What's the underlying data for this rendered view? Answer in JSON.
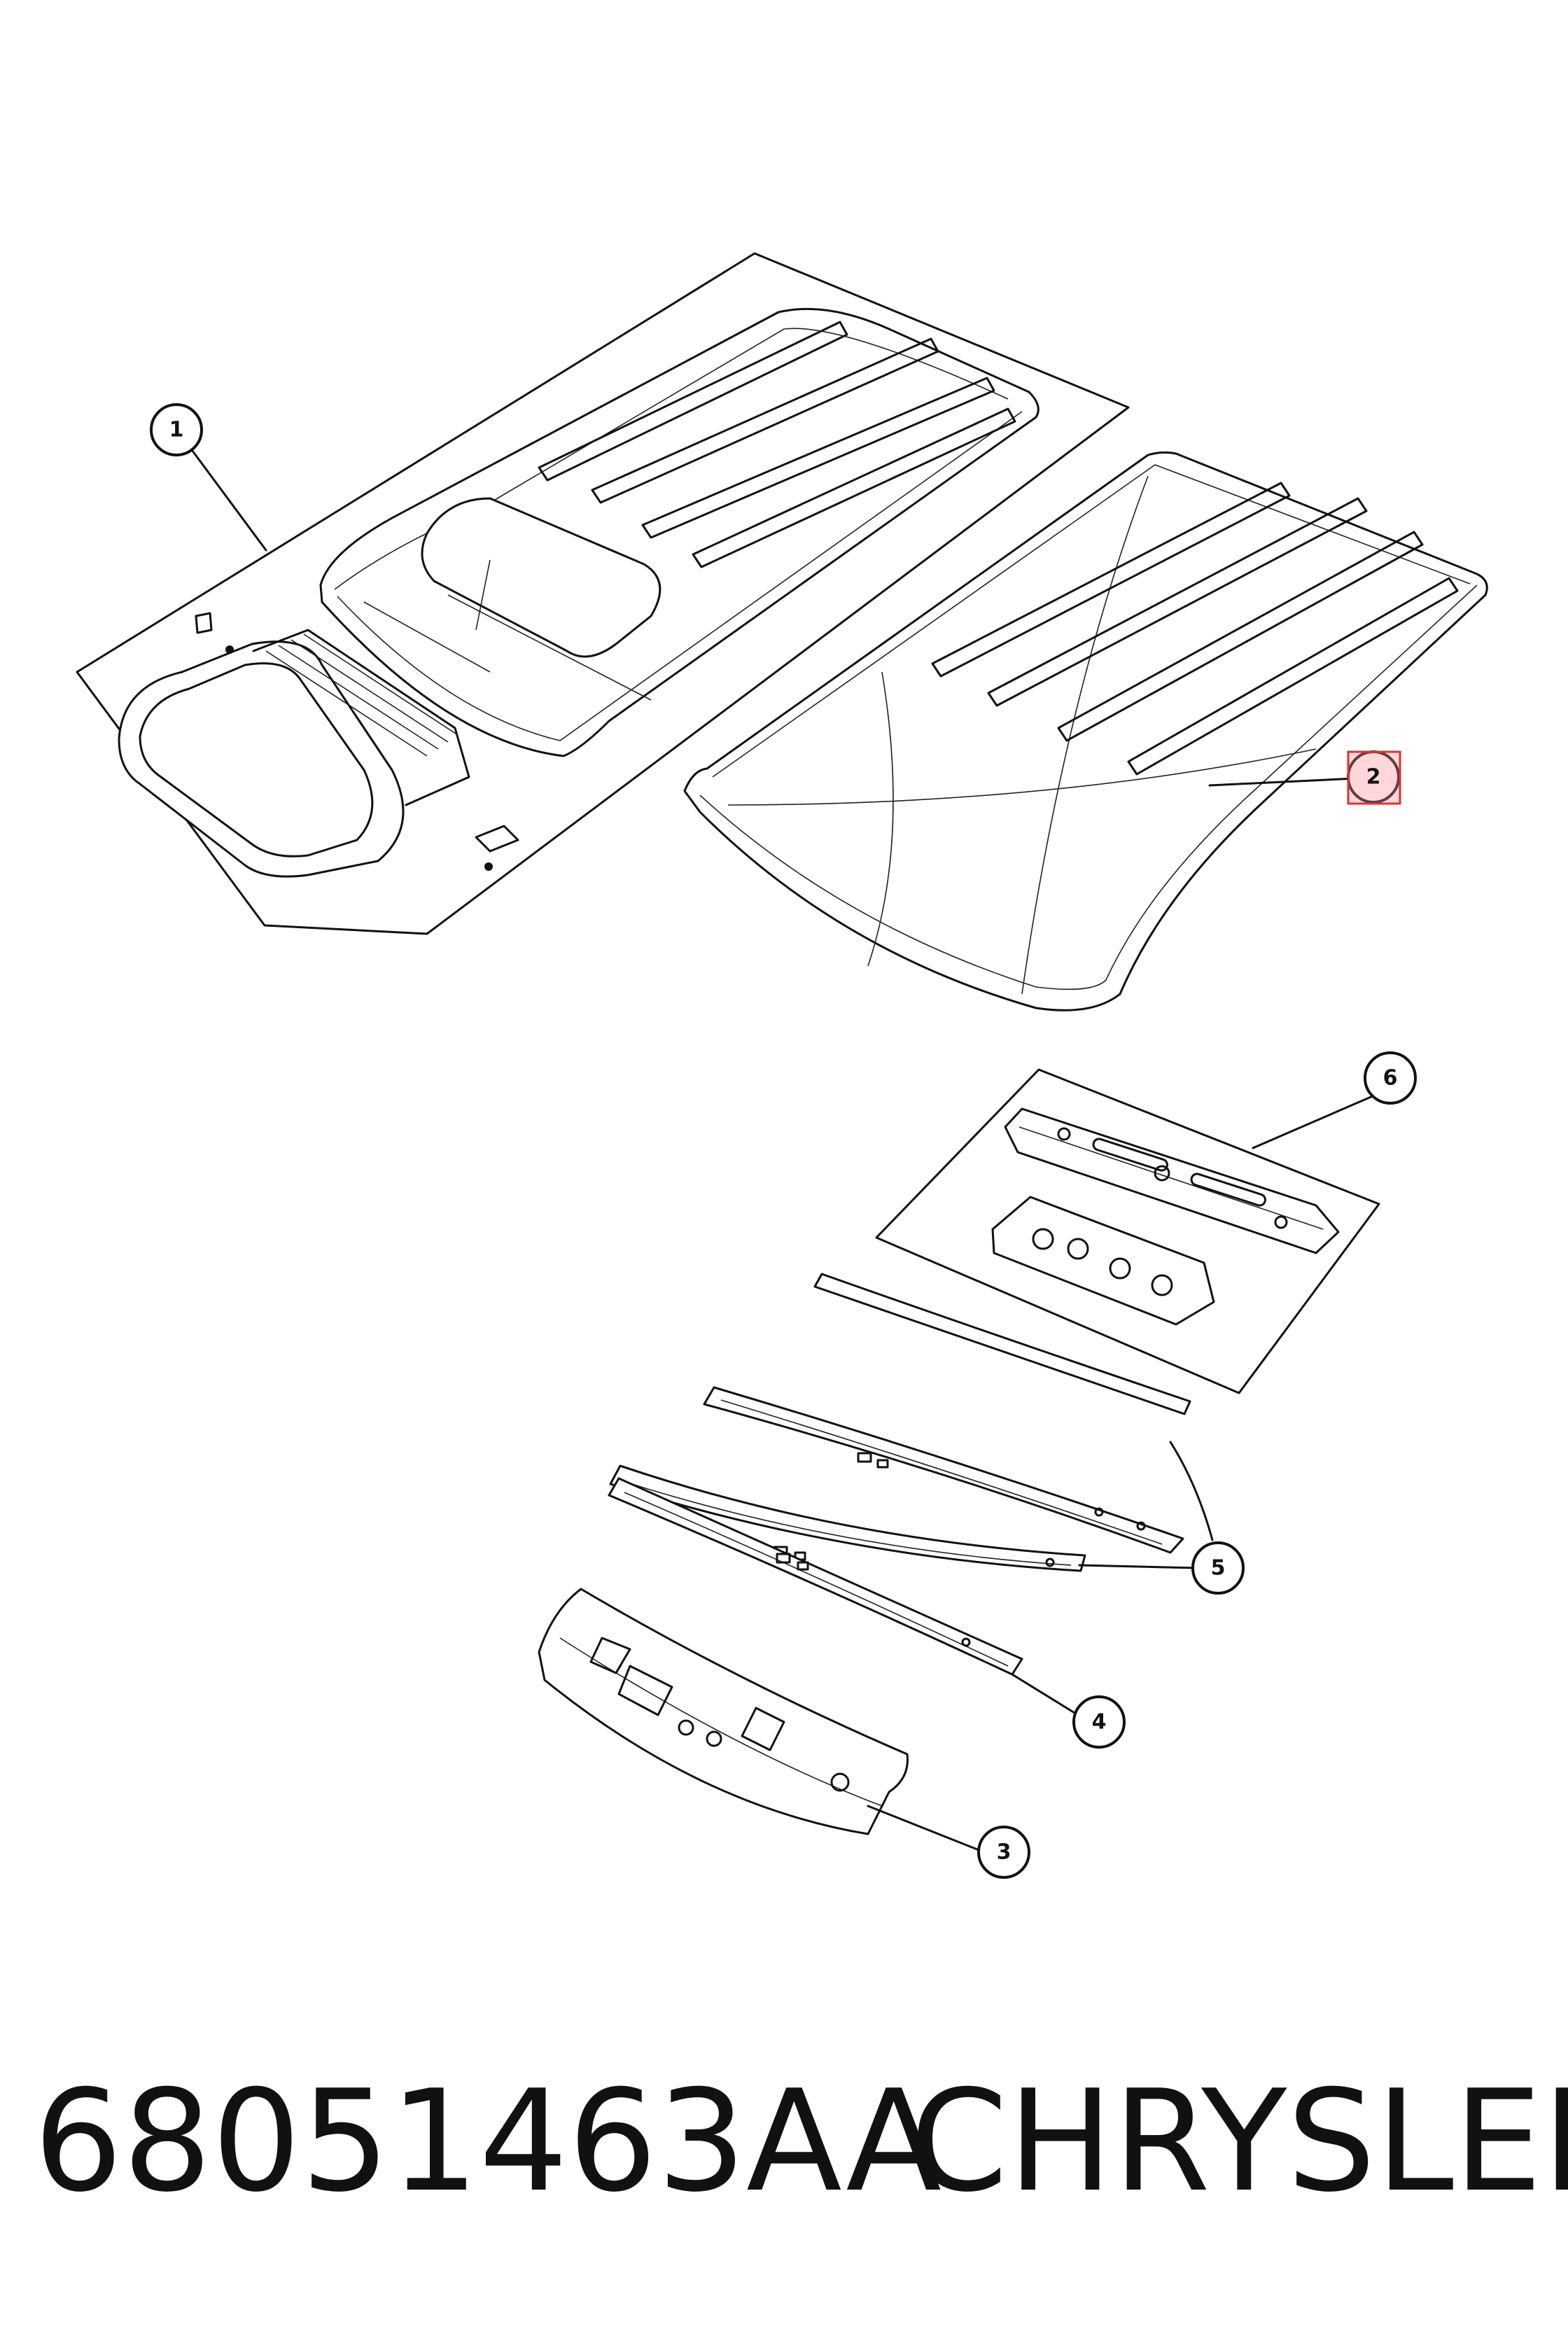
{
  "diagram": {
    "callouts": [
      {
        "id": "1",
        "label": "1",
        "highlighted": false
      },
      {
        "id": "2",
        "label": "2",
        "highlighted": true
      },
      {
        "id": "3",
        "label": "3",
        "highlighted": false
      },
      {
        "id": "4",
        "label": "4",
        "highlighted": false
      },
      {
        "id": "5",
        "label": "5",
        "highlighted": false
      },
      {
        "id": "6",
        "label": "6",
        "highlighted": false
      }
    ],
    "highlight_color": "#ff8c96"
  },
  "caption": {
    "part_number": "68051463AA",
    "brand": "CHRYSLER"
  }
}
